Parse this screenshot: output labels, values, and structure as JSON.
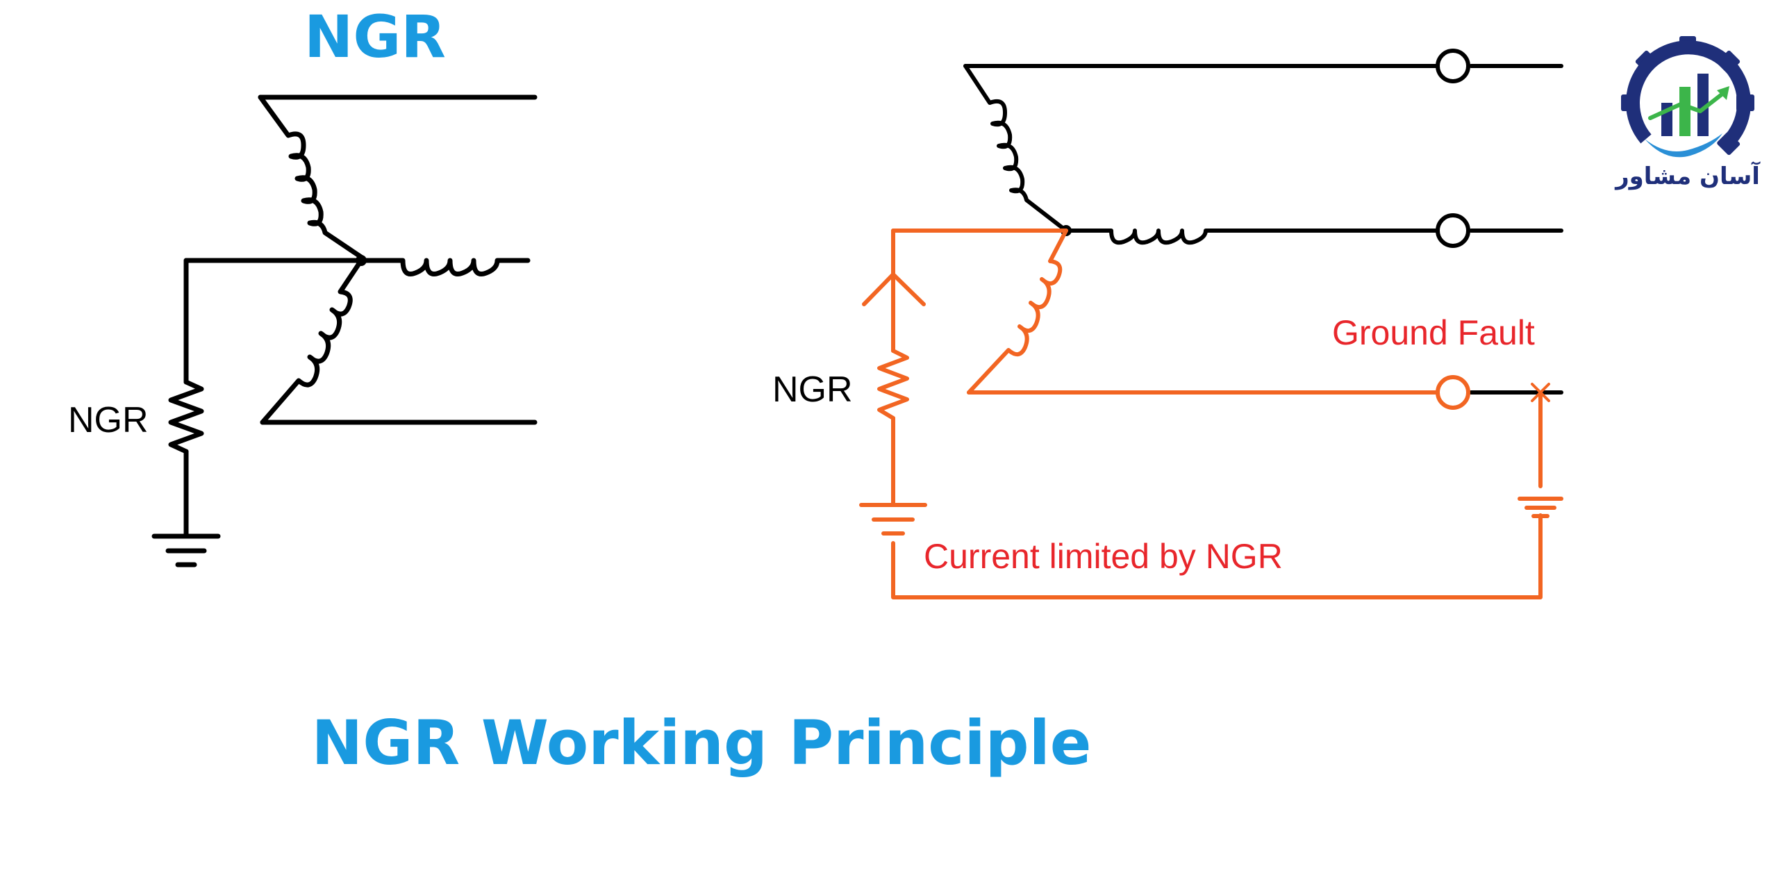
{
  "titles": {
    "top": "NGR",
    "bottom": "NGR Working Principle"
  },
  "labels": {
    "ngr_left": "NGR",
    "ngr_right": "NGR",
    "ground_fault": "Ground Fault",
    "current_limited": "Current limited by NGR",
    "logo_text": "آسان مشاور"
  },
  "colors": {
    "title_blue": "#1a9ae0",
    "wire_black": "#000000",
    "fault_orange": "#f26522",
    "fault_text_red": "#e8262b",
    "logo_navy": "#1f2f7a",
    "logo_green": "#3cb54a",
    "logo_blue": "#2a8fd6"
  },
  "icons": {
    "logo": "gear-chart-logo-icon",
    "resistor": "resistor-icon",
    "ground": "ground-symbol-icon",
    "coil": "inductor-coil-icon",
    "terminal": "terminal-circle-icon",
    "fault": "fault-cross-icon",
    "arrow": "current-arrow-icon"
  }
}
